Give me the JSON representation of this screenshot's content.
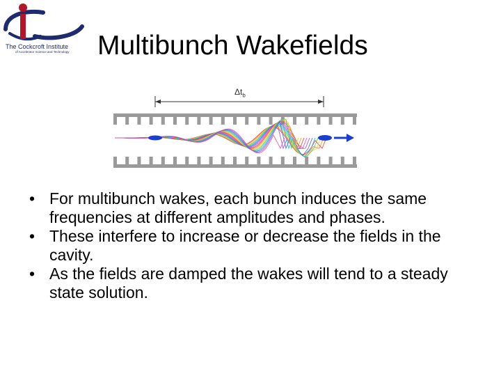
{
  "logo": {
    "text": "The Cockcroft Institute",
    "subtext": "of Accelerator Science and Technology"
  },
  "title": "Multibunch Wakefields",
  "figure": {
    "label": "Δt",
    "label_sub": "b",
    "icons": [
      "cavity-wall-icon",
      "bunch-icon",
      "arrow-right-icon"
    ],
    "colors": {
      "wall": "#9a9a9a",
      "bunch": "#1a3fd0",
      "wake_palette": [
        "#e23b3b",
        "#f28c28",
        "#e6d23a",
        "#5cc25c",
        "#2fb7c9",
        "#3a6ce0",
        "#9a4fd3",
        "#e04fa8"
      ]
    }
  },
  "bullets": [
    {
      "marker": "•",
      "text": "For multibunch wakes, each bunch induces the same frequencies at different amplitudes and phases."
    },
    {
      "marker": "•",
      "text": "These interfere to increase or decrease the fields in the cavity."
    },
    {
      "marker": "•",
      "text": "As the fields are damped the wakes will tend to a steady state solution."
    }
  ]
}
